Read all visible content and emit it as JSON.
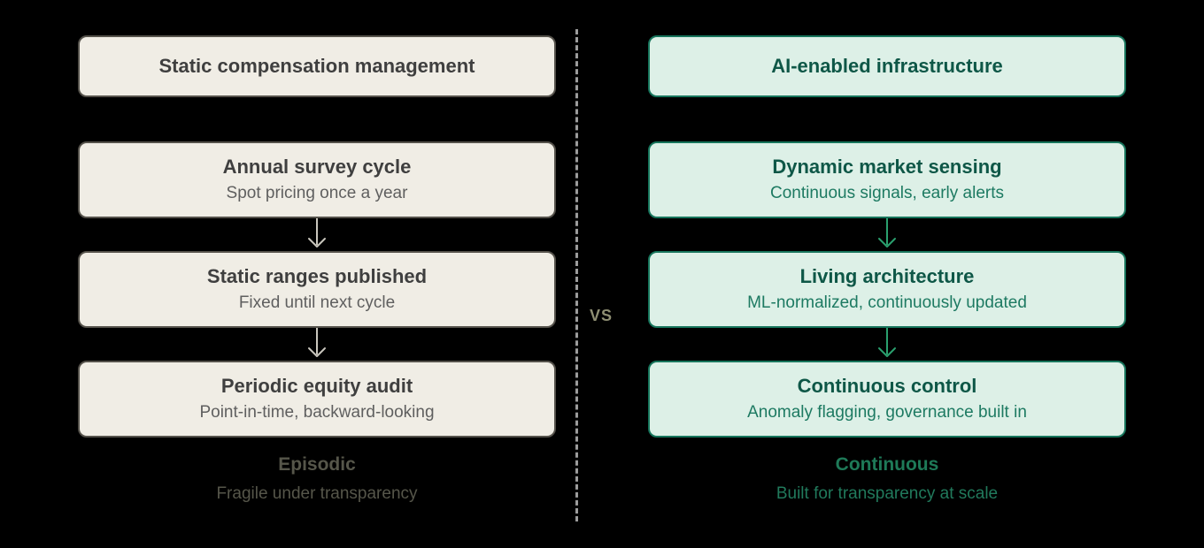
{
  "diagram": {
    "vs_label": "vs",
    "left_column": {
      "header": "Static compensation management",
      "steps": [
        {
          "title": "Annual survey cycle",
          "subtitle": "Spot pricing once a year"
        },
        {
          "title": "Static ranges published",
          "subtitle": "Fixed until next cycle"
        },
        {
          "title": "Periodic equity audit",
          "subtitle": "Point-in-time, backward-looking"
        }
      ],
      "footer_title": "Episodic",
      "footer_subtitle": "Fragile under transparency"
    },
    "right_column": {
      "header": "AI-enabled infrastructure",
      "steps": [
        {
          "title": "Dynamic market sensing",
          "subtitle": "Continuous signals, early alerts"
        },
        {
          "title": "Living architecture",
          "subtitle": "ML-normalized, continuously updated"
        },
        {
          "title": "Continuous control",
          "subtitle": "Anomaly flagging, governance built in"
        }
      ],
      "footer_title": "Continuous",
      "footer_subtitle": "Built for transparency at scale"
    }
  },
  "colors": {
    "background": "#000000",
    "left_box_bg": "#f0ede5",
    "left_box_border": "#55524b",
    "left_title": "#3f3f3f",
    "left_subtitle": "#5f5f5f",
    "left_arrow": "#c9c6bd",
    "left_footer": "#56564a",
    "right_box_bg": "#ddf0e7",
    "right_box_border": "#17755c",
    "right_title": "#0e5747",
    "right_subtitle": "#1d7a62",
    "right_arrow": "#2aa06e",
    "right_footer": "#1e7a58",
    "divider": "#9c9c9c",
    "vs_label": "#8f8f73"
  }
}
